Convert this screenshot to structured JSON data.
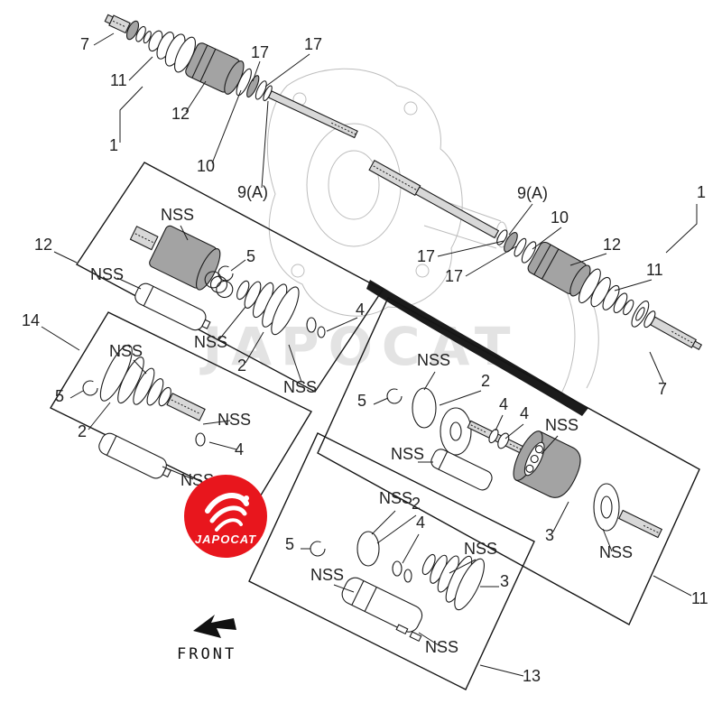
{
  "watermark": {
    "text": "JAPOCAT"
  },
  "logo": {
    "text": "JAPOCAT"
  },
  "front": {
    "label": "FRONT"
  },
  "labels": {
    "n1": "1",
    "n2": "2",
    "n3": "3",
    "n4": "4",
    "n5": "5",
    "n7": "7",
    "n9a": "9(A)",
    "n10": "10",
    "n11": "11",
    "n12": "12",
    "n13": "13",
    "n14": "14",
    "n17": "17",
    "nss": "NSS"
  },
  "colors": {
    "line": "#1b1b1b",
    "light_sketch": "#bdbdbd",
    "watermark": "#e3e3e3",
    "logo_red": "#e8161d"
  }
}
